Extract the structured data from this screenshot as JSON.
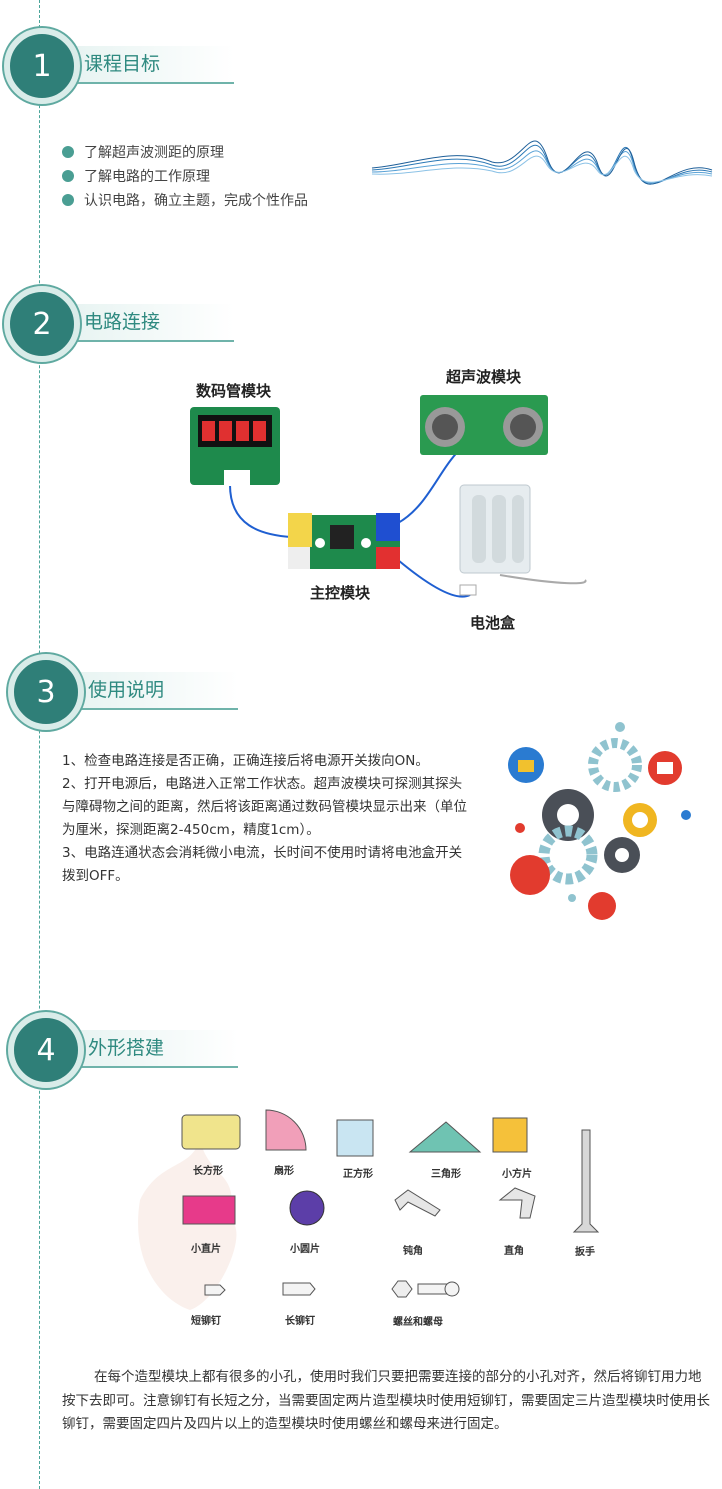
{
  "sections": [
    {
      "num": "1",
      "title": "课程目标"
    },
    {
      "num": "2",
      "title": "电路连接"
    },
    {
      "num": "3",
      "title": "使用说明"
    },
    {
      "num": "4",
      "title": "外形搭建"
    }
  ],
  "goals": [
    "了解超声波测距的原理",
    "了解电路的工作原理",
    "认识电路，确立主题，完成个性作品"
  ],
  "circuit": {
    "display": "数码管模块",
    "ultrasonic": "超声波模块",
    "main": "主控模块",
    "battery": "电池盒"
  },
  "instructions": [
    "1、检查电路连接是否正确，正确连接后将电源开关拨向ON。",
    "2、打开电源后，电路进入正常工作状态。超声波模块可探测其探头与障碍物之间的距离，然后将该距离通过数码管模块显示出来（单位为厘米，探测距离2-450cm，精度1cm）。",
    "3、电路连通状态会消耗微小电流，长时间不使用时请将电池盒开关拨到OFF。"
  ],
  "parts": [
    "长方形",
    "扇形",
    "正方形",
    "三角形",
    "小方片",
    "小直片",
    "小圆片",
    "钝角",
    "直角",
    "扳手",
    "短铆钉",
    "长铆钉",
    "螺丝和螺母"
  ],
  "paragraph": "在每个造型模块上都有很多的小孔，使用时我们只要把需要连接的部分的小孔对齐，然后将铆钉用力地按下去即可。注意铆钉有长短之分，当需要固定两片造型模块时使用短铆钉，需要固定三片造型模块时使用长铆钉，需要固定四片及四片以上的造型模块时使用螺丝和螺母来进行固定。",
  "colors": {
    "teal": "#2f7f78",
    "accent": "#4a9e93"
  }
}
